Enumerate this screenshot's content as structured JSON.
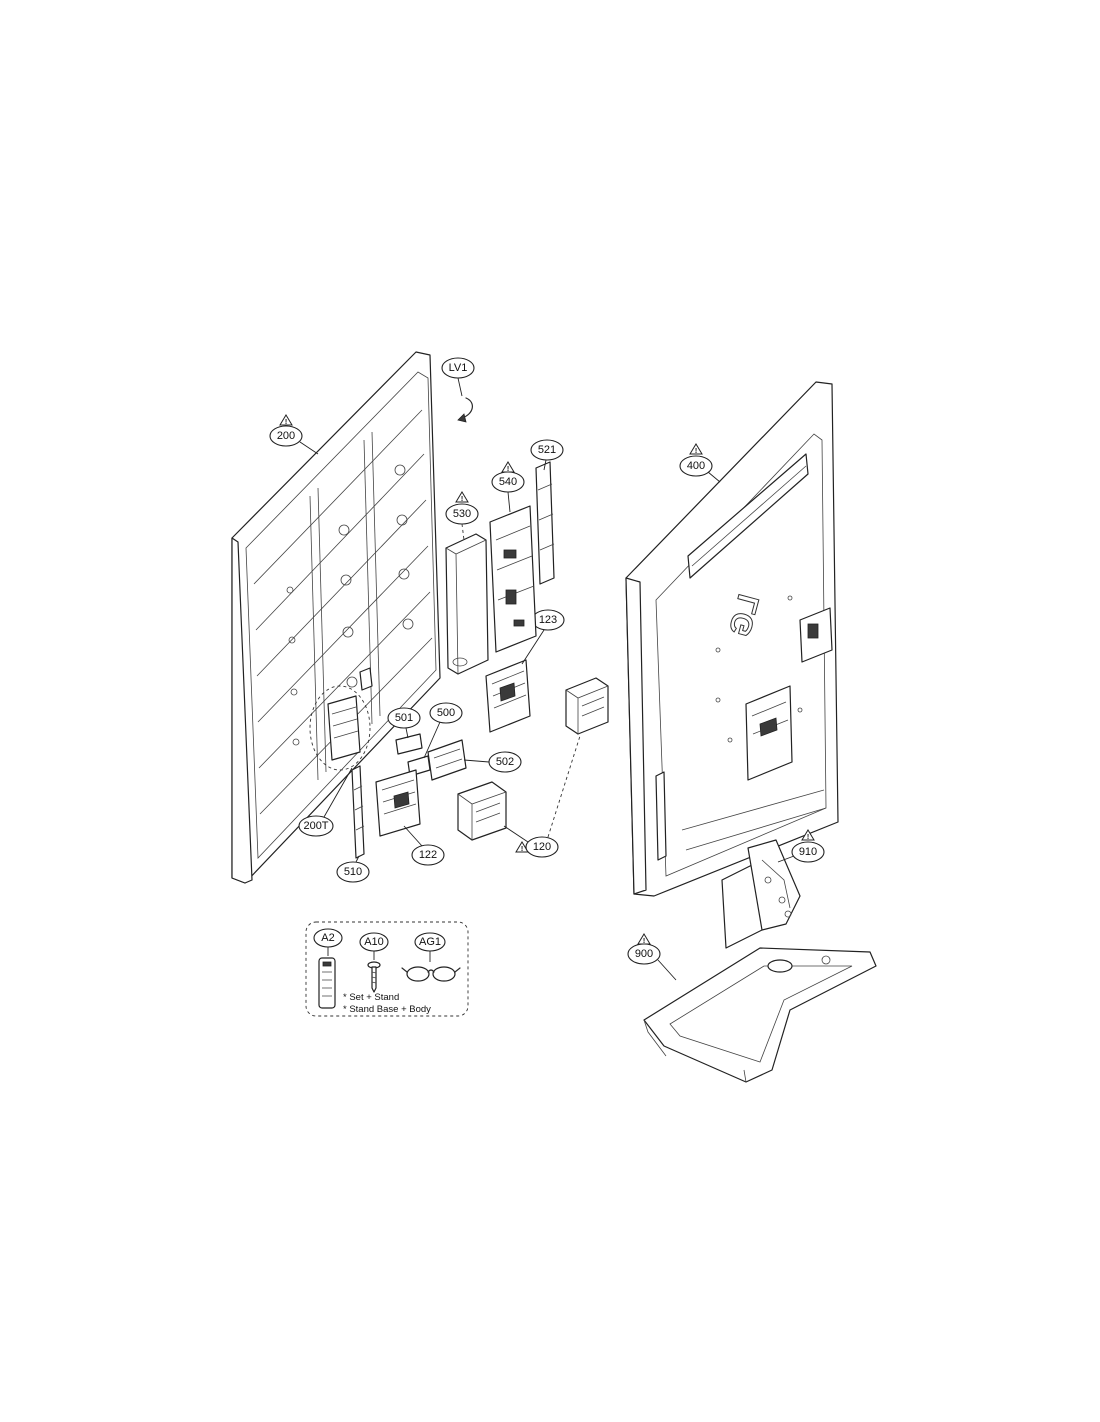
{
  "labels": {
    "lv1": "LV1",
    "p200": "200",
    "p200t": "200T",
    "p510": "510",
    "p501": "501",
    "p500": "500",
    "p502": "502",
    "p122": "122",
    "p120": "120",
    "p123": "123",
    "p530": "530",
    "p540": "540",
    "p521": "521",
    "p400": "400",
    "p910": "910",
    "p900": "900",
    "a2": "A2",
    "a10": "A10",
    "ag1": "AG1"
  },
  "accessory_notes": {
    "note1": "* Set + Stand",
    "note2": "* Stand Base + Body"
  },
  "brand_logo": "LG",
  "icons": [
    "warning-triangle-icon",
    "rotate-arrow-icon"
  ]
}
